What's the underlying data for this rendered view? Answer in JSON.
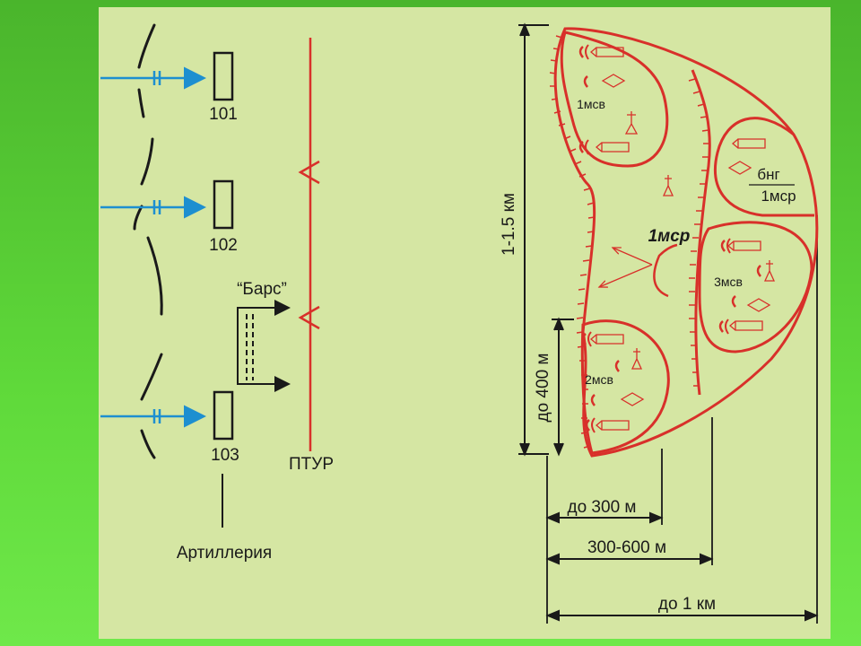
{
  "colors": {
    "slide_bg": "#5ad836",
    "panel_bg": "#d5e6a3",
    "red": "#d8302a",
    "blue": "#1d8fd0",
    "black": "#1a1a1a"
  },
  "left": {
    "posts": [
      "101",
      "102",
      "103"
    ],
    "bars_label": "“Барс”",
    "ptur_label": "ПТУР",
    "artillery_label": "Артиллерия"
  },
  "right": {
    "company_label": "1мср",
    "platoon_1": "1мсв",
    "platoon_2": "2мсв",
    "platoon_3": "3мсв",
    "reserve_1": "бнг",
    "reserve_2": "1мср",
    "dim_front": "1-1.5 км",
    "dim_400": "до 400 м",
    "dim_300": "до 300 м",
    "dim_300_600": "300-600 м",
    "dim_1km": "до 1 км"
  }
}
